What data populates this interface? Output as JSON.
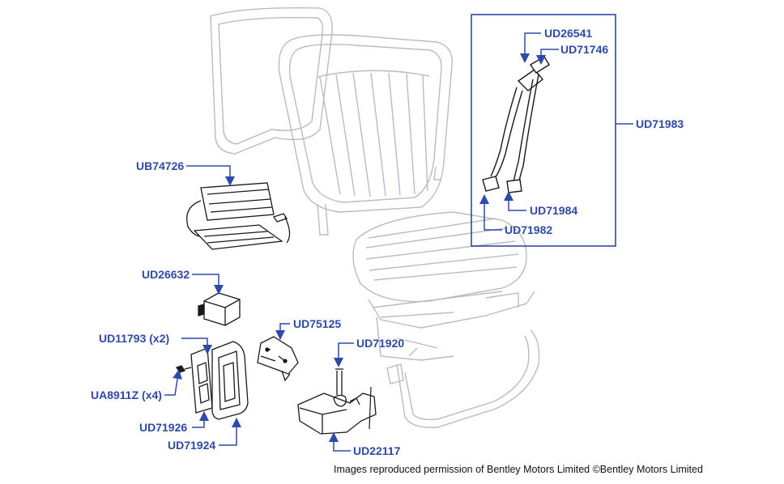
{
  "colors": {
    "label": "#2e4aa8",
    "leader": "#2e4aa8",
    "seat_outline": "#b8bcc2",
    "part_outline": "#1a1a1a",
    "box": "#2e4aa8"
  },
  "labels": {
    "UD26541": "UD26541",
    "UD71746": "UD71746",
    "UD71983": "UD71983",
    "UD71984": "UD71984",
    "UD71982": "UD71982",
    "UB74726": "UB74726",
    "UD26632": "UD26632",
    "UD75125": "UD75125",
    "UD11793": "UD11793 (x2)",
    "UD71920": "UD71920",
    "UA8911Z": "UA8911Z (x4)",
    "UD71926": "UD71926",
    "UD71924": "UD71924",
    "UD22117": "UD22117"
  },
  "credit": "Images reproduced permission of Bentley Motors Limited ©Bentley Motors Limited"
}
